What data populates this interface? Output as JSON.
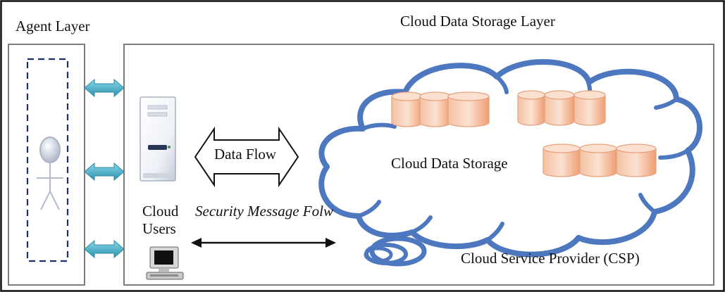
{
  "layers": {
    "agent_layer": "Agent Layer",
    "cloud_data_storage_layer": "Cloud Data Storage Layer"
  },
  "flows": {
    "data_flow": "Data Flow",
    "security_message_flow": "Security Message Folw"
  },
  "nodes": {
    "cloud_users_line1": "Cloud",
    "cloud_users_line2": "Users",
    "cloud_data_storage": "Cloud Data Storage",
    "cloud_service_provider": "Cloud Service Provider (CSP)"
  },
  "colors": {
    "frame": "#111111",
    "panel_border": "#7a7a7a",
    "agent_box": "#1f2f66",
    "cloud_stroke": "#4d78bf",
    "database_fill": "#f7ccb2",
    "database_stroke": "#e4a17c",
    "connector_arrow": "#57b8cf",
    "server_body": "#edf0f6",
    "computer_body": "#d8d8d8"
  },
  "icons": {
    "agent": "agent-figure-icon",
    "server": "server-tower-icon",
    "computer": "desktop-computer-icon",
    "database": "database-cylinder-icon",
    "cloud": "cloud-outline-icon"
  }
}
